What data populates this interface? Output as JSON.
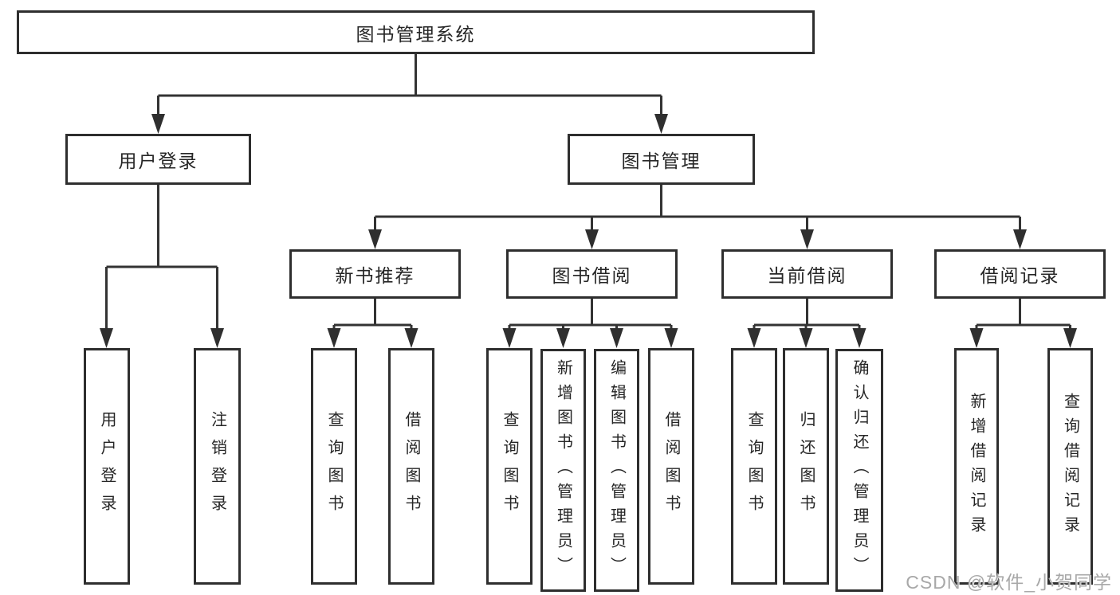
{
  "diagram": {
    "root": {
      "label": "图书管理系统"
    },
    "level2": [
      {
        "label": "用户登录"
      },
      {
        "label": "图书管理"
      }
    ],
    "level3": [
      {
        "label": "新书推荐"
      },
      {
        "label": "图书借阅"
      },
      {
        "label": "当前借阅"
      },
      {
        "label": "借阅记录"
      }
    ],
    "leaves": [
      {
        "label": "用户登录"
      },
      {
        "label": "注销登录"
      },
      {
        "label": "查询图书"
      },
      {
        "label": "借阅图书"
      },
      {
        "label": "查询图书"
      },
      {
        "label": "新增图书（管理员）"
      },
      {
        "label": "编辑图书（管理员）"
      },
      {
        "label": "借阅图书"
      },
      {
        "label": "查询图书"
      },
      {
        "label": "归还图书"
      },
      {
        "label": "确认归还（管理员）"
      },
      {
        "label": "新增借阅记录"
      },
      {
        "label": "查询借阅记录"
      }
    ]
  },
  "watermark": {
    "text": "CSDN @软件_小贺同学"
  },
  "colors": {
    "line": "#333333",
    "arrow": "#2f2f2f",
    "border": "#2e2e2e",
    "text": "#262626",
    "watermark": "#a8a8a8",
    "background": "#ffffff"
  }
}
